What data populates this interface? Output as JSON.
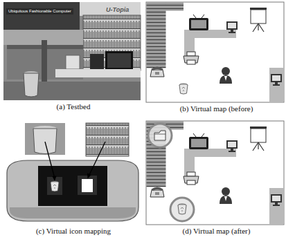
{
  "diagram": {
    "nodes": [
      {
        "text": [
          "(a) Testbed"
        ]
      },
      {
        "text": [
          "(b) Virtual map (before)"
        ]
      },
      {
        "text": [
          "(c) Virtual icon mapping"
        ]
      },
      {
        "text": [
          "(d) Virtual map (after)"
        ]
      }
    ],
    "labels": [
      "Ubiquitous Fashionable Computer",
      "U-Topia"
    ]
  }
}
